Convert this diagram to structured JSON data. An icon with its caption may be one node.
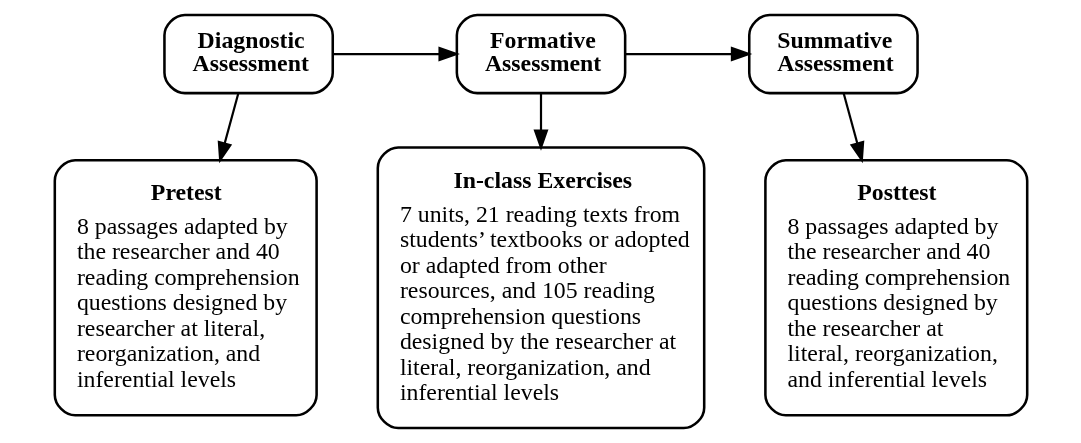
{
  "diagram": {
    "nodes": [
      {
        "text": [
          "Diagnostic Assessment"
        ]
      },
      {
        "text": [
          "Formative Assessment"
        ]
      },
      {
        "text": [
          "Summative Assessment"
        ]
      },
      {
        "text": [
          "Pretest",
          "8 passages adapted by the researcher and 40 reading comprehension questions designed by researcher at literal, reorganization, and inferential levels"
        ]
      },
      {
        "text": [
          "In-class Exercises",
          "7 units, 21 reading texts from students’ textbooks or adopted or adapted from other resources, and 105 reading comprehension questions designed by the researcher at literal, reorganization, and inferential levels"
        ]
      },
      {
        "text": [
          "Posttest",
          "8 passages adapted by the researcher and 40 reading comprehension questions designed by the researcher at literal, reorganization, and inferential levels"
        ]
      }
    ],
    "edges": [
      {
        "from": 0,
        "to": 1,
        "arrow": "to"
      },
      {
        "from": 1,
        "to": 2,
        "arrow": "to"
      },
      {
        "from": 0,
        "to": 3,
        "arrow": "to"
      },
      {
        "from": 1,
        "to": 4,
        "arrow": "to"
      },
      {
        "from": 2,
        "to": 5,
        "arrow": "to"
      }
    ]
  }
}
